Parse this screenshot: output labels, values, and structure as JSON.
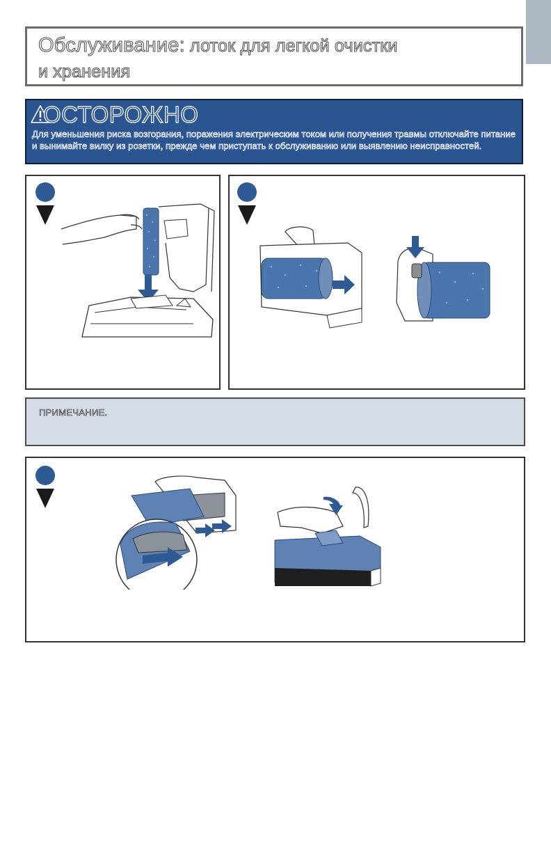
{
  "title": {
    "line1_big": "Обслуживание:",
    "line1_small": " лоток для легкой очистки",
    "line2": "и хранения"
  },
  "warning": {
    "heading": "ОСТОРОЖНО",
    "text": "Для уменьшения риска возгорания, поражения электрическим током или получения травмы отключайте питание и вынимайте вилку из розетки, прежде чем приступать к обслуживанию или выявлению неисправностей."
  },
  "note": {
    "label": "ПРИМЕЧАНИЕ."
  },
  "icons": {
    "warning": "warning-triangle-icon",
    "step": "step-marker-icon",
    "arrow": "arrow-icon"
  },
  "colors": {
    "accent_blue": "#2b5591",
    "step_blue": "#2e5b94",
    "roller_blue": "#4a76ad",
    "note_bg": "#d6dce6",
    "tab_gray": "#adb7c4"
  }
}
